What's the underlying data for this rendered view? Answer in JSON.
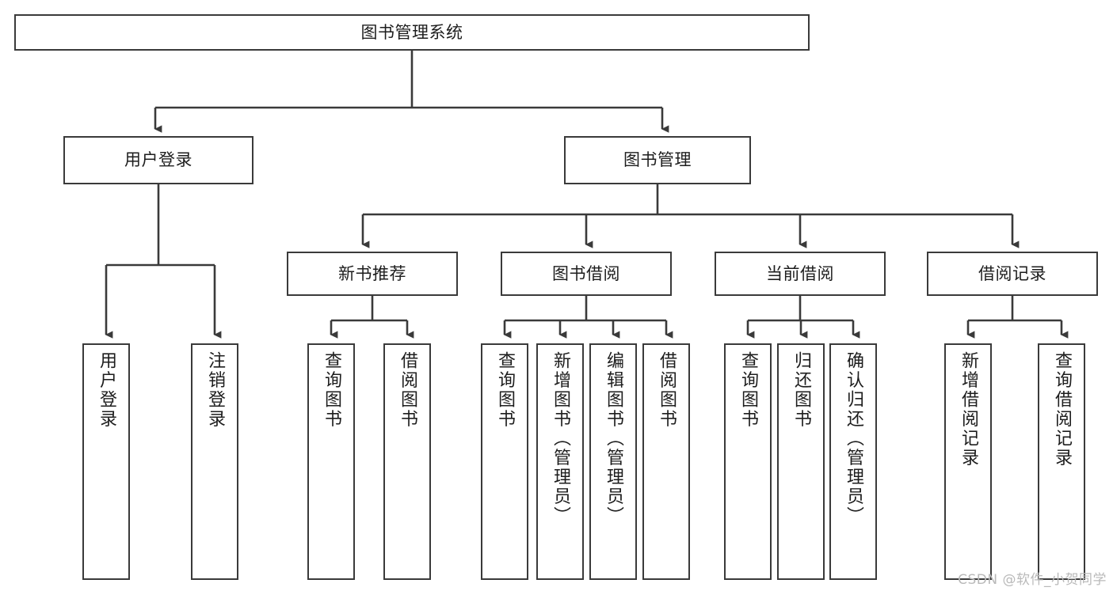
{
  "diagram": {
    "title": "图书管理系统",
    "type": "tree-hierarchy",
    "root": {
      "label": "图书管理系统"
    },
    "level2": [
      {
        "label": "用户登录"
      },
      {
        "label": "图书管理"
      }
    ],
    "level3": [
      {
        "label": "新书推荐"
      },
      {
        "label": "图书借阅"
      },
      {
        "label": "当前借阅"
      },
      {
        "label": "借阅记录"
      }
    ],
    "leaves": {
      "user_login": [
        {
          "label": "用户登录"
        },
        {
          "label": "注销登录"
        }
      ],
      "new_book_recommend": [
        {
          "label": "查询图书"
        },
        {
          "label": "借阅图书"
        }
      ],
      "book_borrow": [
        {
          "label": "查询图书"
        },
        {
          "label": "新增图书（管理员）"
        },
        {
          "label": "编辑图书（管理员）"
        },
        {
          "label": "借阅图书"
        }
      ],
      "current_borrow": [
        {
          "label": "查询图书"
        },
        {
          "label": "归还图书"
        },
        {
          "label": "确认归还（管理员）"
        }
      ],
      "borrow_records": [
        {
          "label": "新增借阅记录"
        },
        {
          "label": "查询借阅记录"
        }
      ]
    }
  },
  "watermark": {
    "text": "CSDN @软件_小贺同学"
  },
  "colors": {
    "border": "#3a3a3a",
    "fill": "#ffffff",
    "text": "#1d1d1d",
    "connector": "#3a3a3a",
    "watermark": "#b9b9b9"
  }
}
